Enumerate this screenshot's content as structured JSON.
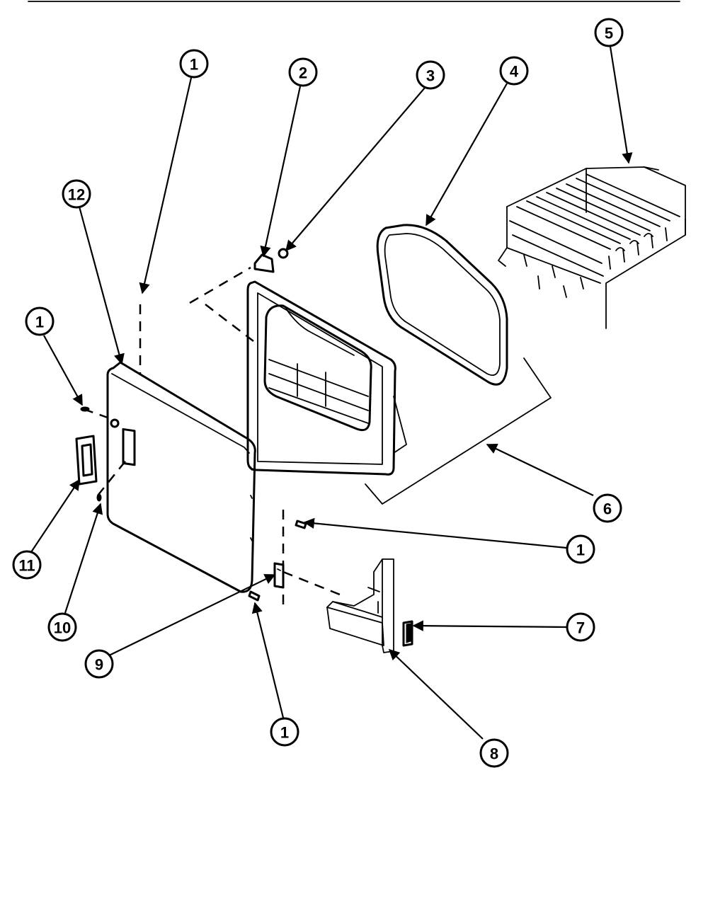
{
  "callouts": {
    "c1_top": "1",
    "c2": "2",
    "c3": "3",
    "c4": "4",
    "c5": "5",
    "c12": "12",
    "c1_left": "1",
    "c6": "6",
    "c1_mid": "1",
    "c11": "11",
    "c10": "10",
    "c7": "7",
    "c9": "9",
    "c1_bottom": "1",
    "c8": "8"
  }
}
